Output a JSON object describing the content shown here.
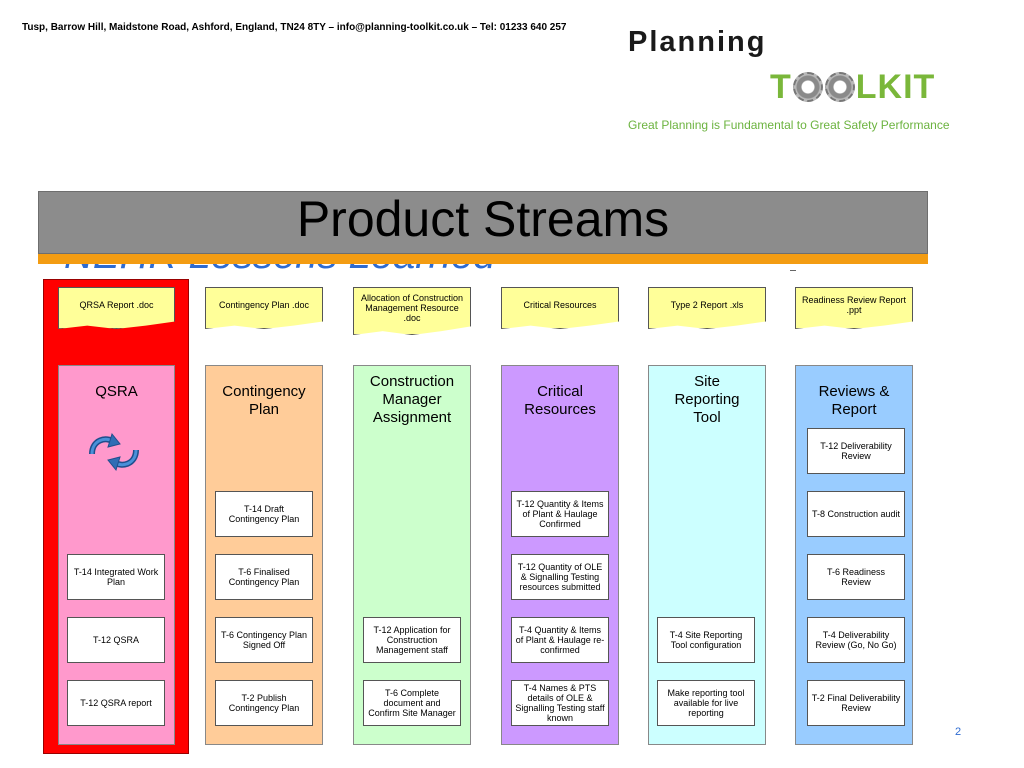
{
  "header": {
    "contact": "Tusp, Barrow Hill, Maidstone Road, Ashford, England, TN24 8TY – info@planning-toolkit.co.uk – Tel: 01233 640 257",
    "logo_word1": "Planning",
    "logo_word2_pre": "T",
    "logo_word2_post": "LKIT",
    "tagline": "Great Planning is Fundamental to Great Safety Performance"
  },
  "slide": {
    "title": "Product Streams",
    "ghost_title": "NEHR    Lessons Learned",
    "page_number": "2"
  },
  "documents": [
    "QRSA Report .doc",
    "Contingency Plan .doc",
    "Allocation of Construction Management Resource .doc",
    "Critical Resources",
    "Type 2 Report .xls",
    "Readiness Review Report .ppt"
  ],
  "streams": [
    {
      "title": "QSRA",
      "tasks": [
        "T-14 Integrated Work Plan",
        "T-12 QSRA",
        "T-12 QSRA report"
      ],
      "color": "#ff99cc"
    },
    {
      "title": "Contingency Plan",
      "tasks": [
        "T-14 Draft Contingency Plan",
        "T-6 Finalised Contingency Plan",
        "T-6 Contingency Plan Signed Off",
        "T-2 Publish Contingency Plan"
      ],
      "color": "#ffcc99"
    },
    {
      "title": "Construction Manager Assignment",
      "tasks": [
        "T-12 Application for Construction Management staff",
        "T-6 Complete document and Confirm Site Manager"
      ],
      "color": "#ccffcc"
    },
    {
      "title": "Critical Resources",
      "tasks": [
        "T-12 Quantity & Items of Plant & Haulage Confirmed",
        "T-12 Quantity of OLE & Signalling Testing resources submitted",
        "T-4 Quantity & Items of Plant & Haulage re-confirmed",
        "T-4 Names & PTS details of OLE & Signalling Testing staff known"
      ],
      "color": "#cc99ff"
    },
    {
      "title": "Site Reporting Tool",
      "tasks": [
        "T-4 Site Reporting Tool configuration",
        "Make reporting tool available for live reporting"
      ],
      "color": "#ccffff"
    },
    {
      "title": "Reviews & Report",
      "tasks": [
        "T-12 Deliverability Review",
        "T-8 Construction audit",
        "T-6 Readiness Review",
        "T-4 Deliverability Review (Go, No Go)",
        "T-2 Final Deliverability Review"
      ],
      "color": "#99ccff"
    }
  ]
}
